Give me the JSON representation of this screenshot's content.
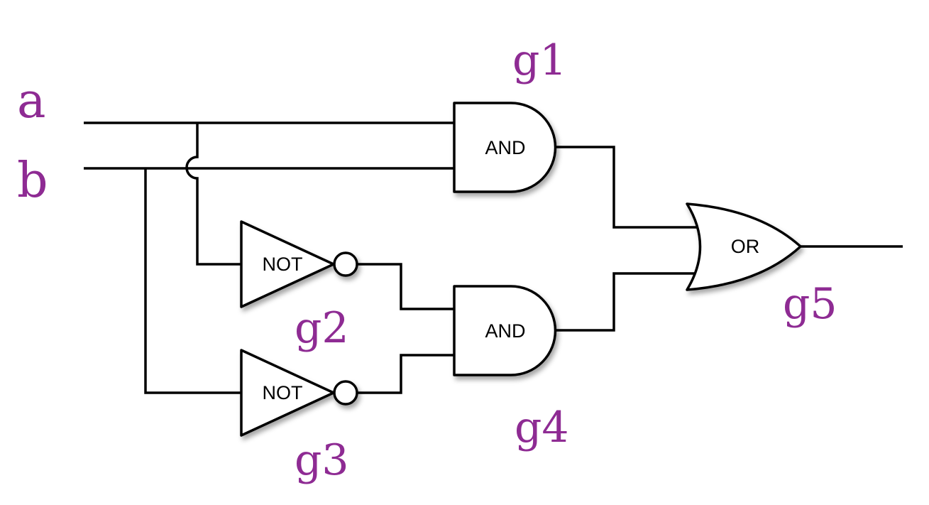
{
  "diagram": {
    "title": "logic-circuit",
    "colors": {
      "label": "#8e2b93",
      "wire": "#000000",
      "gate_fill": "#ffffff",
      "gate_stroke": "#000000"
    },
    "inputs": {
      "a": "a",
      "b": "b"
    },
    "gates": {
      "g1": {
        "type_label": "AND",
        "name_label": "g1"
      },
      "g2": {
        "type_label": "NOT",
        "name_label": "g2"
      },
      "g3": {
        "type_label": "NOT",
        "name_label": "g3"
      },
      "g4": {
        "type_label": "AND",
        "name_label": "g4"
      },
      "g5": {
        "type_label": "OR",
        "name_label": "g5"
      }
    },
    "connections": [
      "a -> g1.in1",
      "b -> g1.in2",
      "a -> g2.in (crosses over b with wire hop)",
      "b -> g3.in",
      "g2.out -> g4.in1",
      "g3.out -> g4.in2",
      "g1.out -> g5.in1",
      "g4.out -> g5.in2",
      "g5.out -> output"
    ]
  }
}
